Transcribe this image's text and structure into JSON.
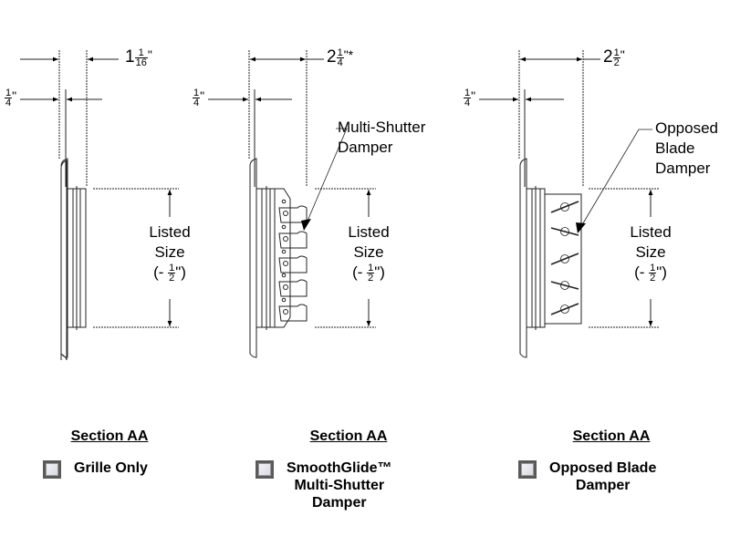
{
  "diagrams": [
    {
      "id": "grille-only",
      "top_dimension": {
        "whole": "1",
        "num": "1",
        "den": "16",
        "unit": "\""
      },
      "flange_dimension": {
        "num": "1",
        "den": "4",
        "unit": "\""
      },
      "size_label": {
        "line1": "Listed",
        "line2": "Size",
        "deduct_prefix": "(- ",
        "deduct_num": "1",
        "deduct_den": "2",
        "deduct_suffix": "\")"
      },
      "section_title": "Section AA",
      "option_label": [
        "Grille Only"
      ]
    },
    {
      "id": "multi-shutter",
      "top_dimension": {
        "whole": "2",
        "num": "1",
        "den": "4",
        "unit": "\"*"
      },
      "flange_dimension": {
        "num": "1",
        "den": "4",
        "unit": "\""
      },
      "callout": [
        "Multi-Shutter",
        "Damper"
      ],
      "size_label": {
        "line1": "Listed",
        "line2": "Size",
        "deduct_prefix": "(- ",
        "deduct_num": "1",
        "deduct_den": "2",
        "deduct_suffix": "\")"
      },
      "section_title": "Section AA",
      "option_label": [
        "SmoothGlide™",
        "Multi-Shutter",
        "Damper"
      ]
    },
    {
      "id": "opposed-blade",
      "top_dimension": {
        "whole": "2",
        "num": "1",
        "den": "2",
        "unit": "\""
      },
      "flange_dimension": {
        "num": "1",
        "den": "4",
        "unit": "\""
      },
      "callout": [
        "Opposed",
        "Blade",
        "Damper"
      ],
      "size_label": {
        "line1": "Listed",
        "line2": "Size",
        "deduct_prefix": "(- ",
        "deduct_num": "1",
        "deduct_den": "2",
        "deduct_suffix": "\")"
      },
      "section_title": "Section AA",
      "option_label": [
        "Opposed Blade",
        "Damper"
      ]
    }
  ]
}
